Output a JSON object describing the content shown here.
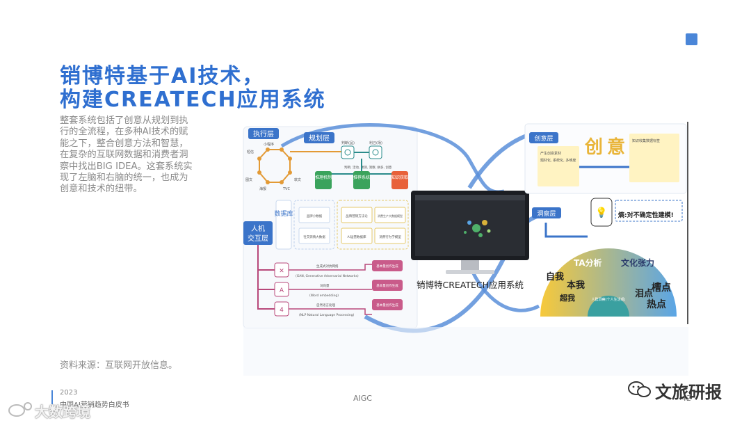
{
  "title": {
    "line1": "销博特基于AI技术，",
    "line2": "构建CREATECH应用系统"
  },
  "description": "整套系统包括了创意从规划到执行的全流程，在多种AI技术的赋能之下，整合创意方法和智慧，在复杂的互联网数据和消费者洞察中找出BIG IDEA。这套系统实现了左脑和右脑的统一，也成为创意和技术的纽带。",
  "source": "资料来源：互联网开放信息。",
  "footer": {
    "year": "2023",
    "report": "中国AI营销趋势白皮书",
    "center": "AIGC",
    "page": "42"
  },
  "watermarks": {
    "right": "文旅研报",
    "left": "大数跨境"
  },
  "diagram": {
    "layers": {
      "execution": "执行层",
      "planning": "规划层",
      "database": "数据库",
      "hci_1": "人机",
      "hci_2": "交互层",
      "creative": "创意层",
      "insight": "洞察层"
    },
    "exec_nodes": [
      "小程序",
      "短信",
      "图文",
      "海报",
      "TVC",
      "软文"
    ],
    "planning_nodes": [
      "判断(品)",
      "利己(场)"
    ],
    "planning_caption": "判断; 活动, 预测, 洞察, 拼多, 创意",
    "mechanisms": [
      "推理机制",
      "推荐系统",
      "知识获取"
    ],
    "db_boxes": [
      "品牌小数据",
      "品牌营销方法论",
      "消费生产大数据模型",
      "社交舆情大数据",
      "AI运营数据库",
      "消费行为学模型"
    ],
    "hci_items": [
      {
        "label": "生成式对抗网络",
        "sub": "(GAN, Generative Adversarial Networks)"
      },
      {
        "label": "词向量",
        "sub": "(Word embedding)"
      },
      {
        "label": "自然语言处理",
        "sub": "(NLP Natural Language Processing)"
      }
    ],
    "hci_right": [
      "基本量创作生成",
      "基本量创作生成",
      "基本量创作生成"
    ],
    "monitor_caption": "销博特CREATECH应用系统",
    "creative_big": [
      "创",
      "意"
    ],
    "creative_texts": [
      "产生创意素材",
      "题材化, 系统化, 多维度",
      "知识收集数据标签"
    ],
    "insight_bulb": "洞察",
    "insight_line": "熵:对不确定性建模!",
    "ta": {
      "title": "TA分析",
      "tension": "文化张力",
      "items": [
        "自我",
        "本我",
        "超我",
        "泪点",
        "槽点",
        "热点"
      ],
      "center": "人群洞察(个人生活观)"
    }
  }
}
